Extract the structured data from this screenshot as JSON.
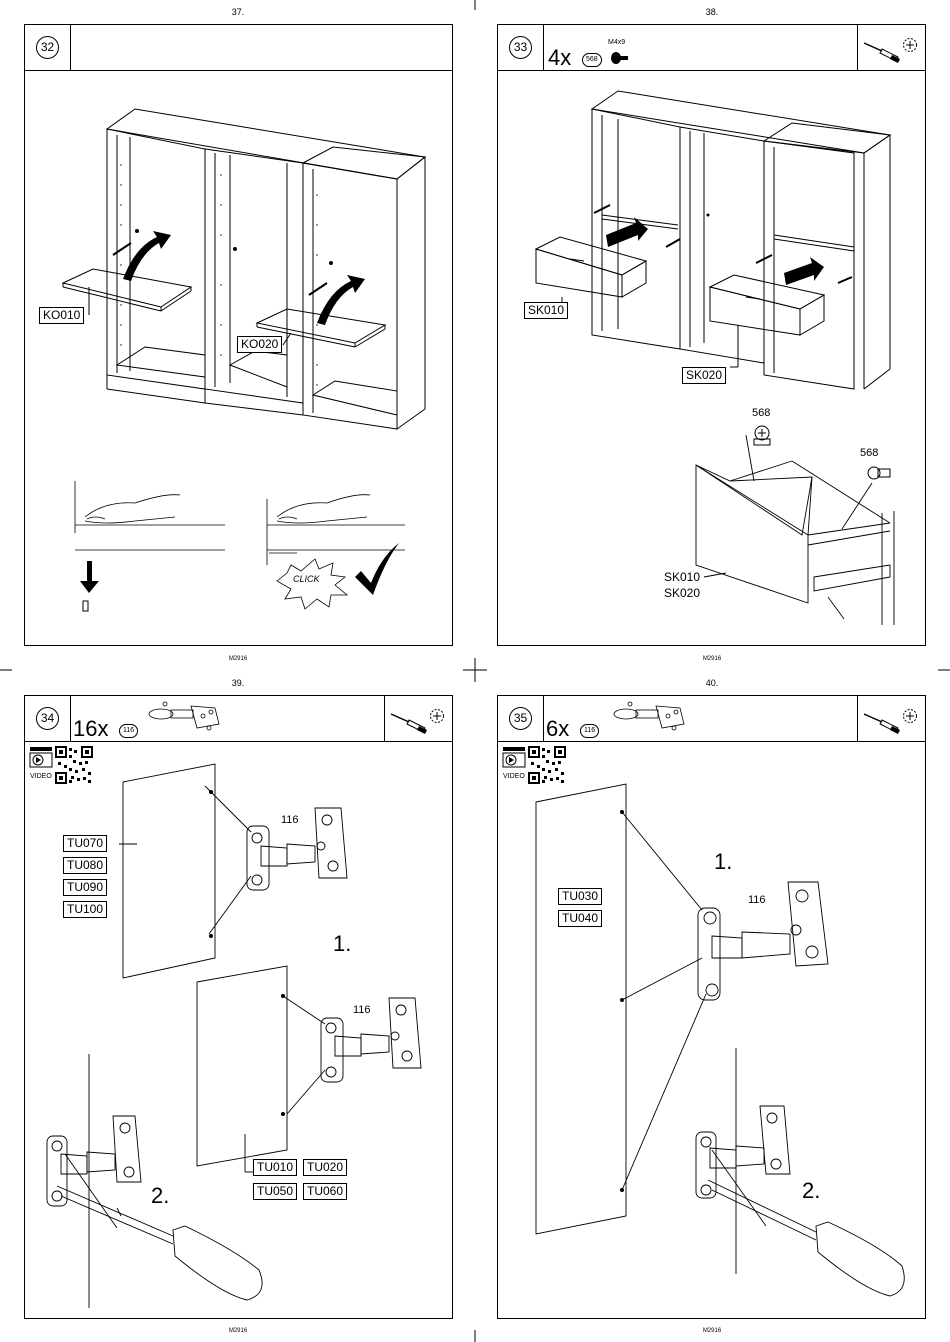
{
  "pages": [
    {
      "page_number": "37.",
      "footer": "M2916",
      "step": "32",
      "labels": [
        "KO010",
        "KO020"
      ],
      "click_text": "CLICK"
    },
    {
      "page_number": "38.",
      "footer": "M2916",
      "step": "33",
      "quantity": "4x",
      "part_id": "568",
      "part_size": "M4x9",
      "labels": [
        "SK010",
        "SK020"
      ],
      "callouts": [
        "568",
        "568"
      ],
      "detail_labels": [
        "SK010",
        "SK020"
      ]
    },
    {
      "page_number": "39.",
      "footer": "M2916",
      "step": "34",
      "quantity": "16x",
      "part_id": "116",
      "video_label": "VIDEO",
      "labels_left": [
        "TU070",
        "TU080",
        "TU090",
        "TU100"
      ],
      "labels_bottom": [
        "TU010",
        "TU020",
        "TU050",
        "TU060"
      ],
      "callouts": [
        "116",
        "116"
      ],
      "substeps": [
        "1.",
        "2."
      ]
    },
    {
      "page_number": "40.",
      "footer": "M2916",
      "step": "35",
      "quantity": "6x",
      "part_id": "116",
      "video_label": "VIDEO",
      "labels_left": [
        "TU030",
        "TU040"
      ],
      "callouts": [
        "116"
      ],
      "substeps": [
        "1.",
        "2."
      ]
    }
  ],
  "icons": {
    "tool": "screwdriver-icon",
    "fixing": "phillips-screw-head-icon",
    "video": "video-play-icon",
    "qr": "qr-code-icon",
    "check": "checkmark-icon"
  }
}
